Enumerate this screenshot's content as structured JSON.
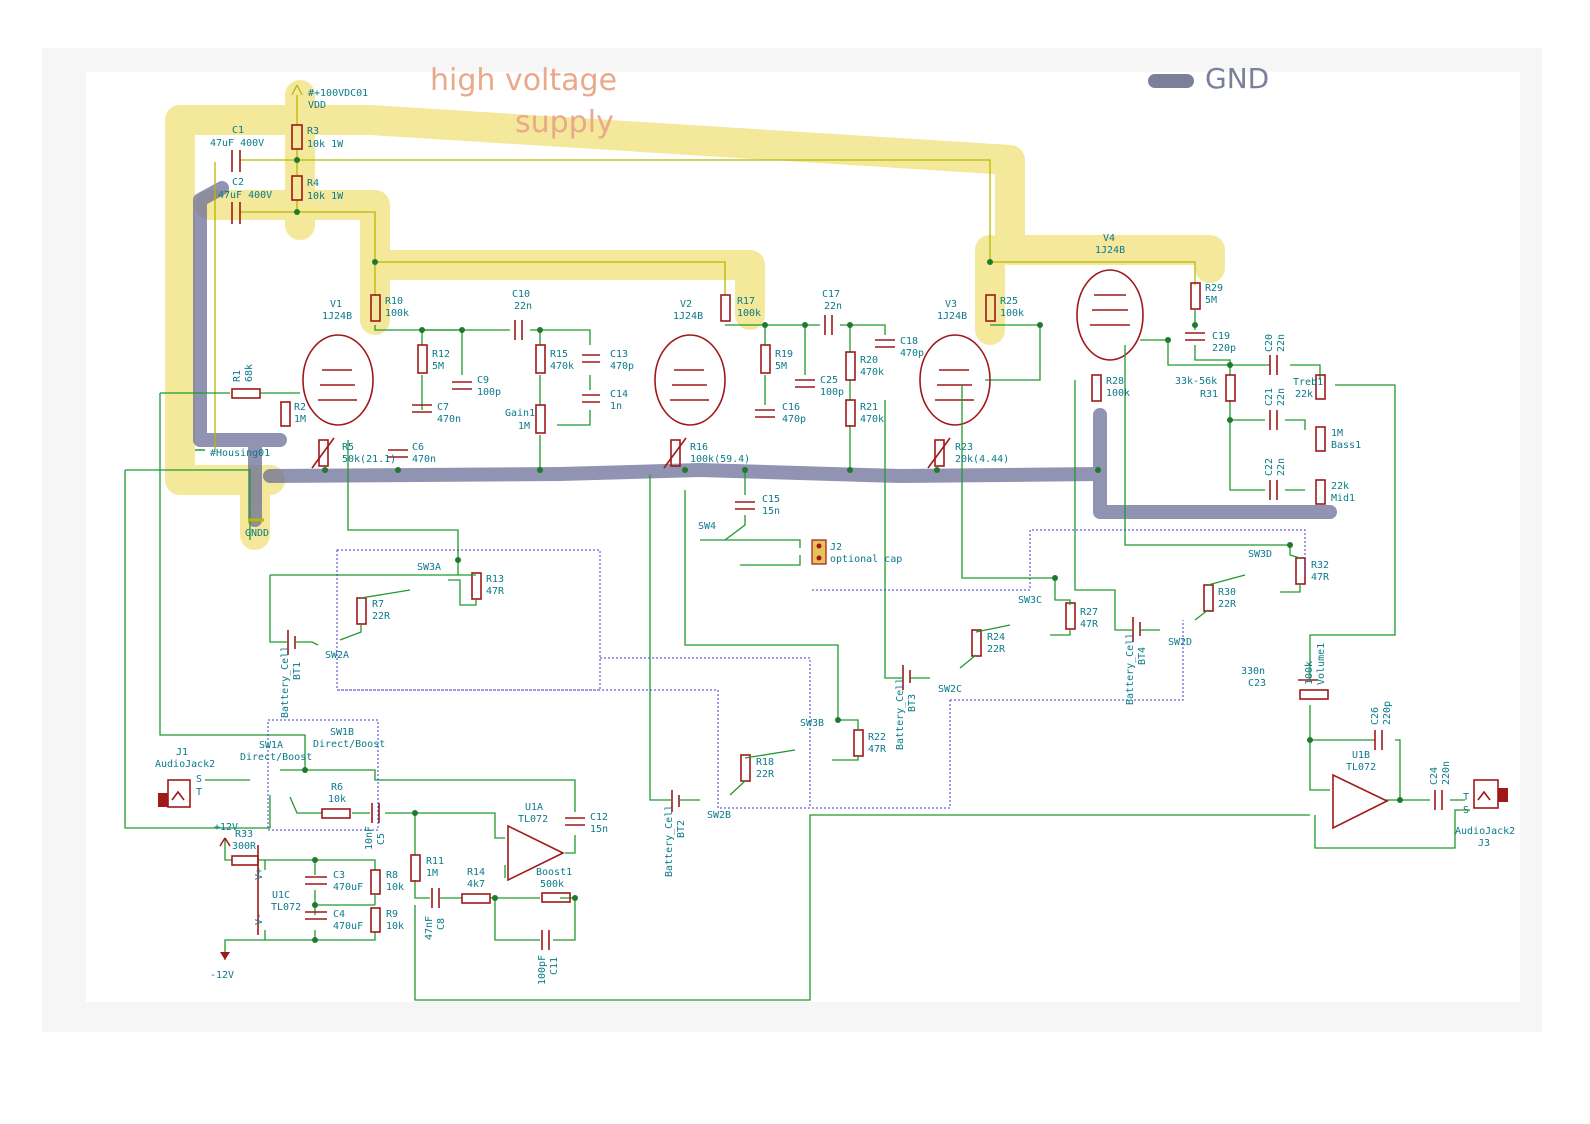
{
  "legend": {
    "high_voltage_line1": "high voltage",
    "high_voltage_line2": "supply",
    "gnd": "GND"
  },
  "colors": {
    "high_voltage": "#f3e48a",
    "gnd": "#6b6f98",
    "wire": "#1f9a2e",
    "part": "#a01818",
    "label": "#0a7a8a",
    "legend_text_hv": "#e9a98a",
    "legend_text_gnd": "#7b7f9a"
  },
  "components": [
    {
      "id": "C1",
      "value": "47uF 400V"
    },
    {
      "id": "C2",
      "value": "47uF 400V"
    },
    {
      "id": "R3",
      "value": "10k 1W"
    },
    {
      "id": "R4",
      "value": "10k 1W"
    },
    {
      "id": "VDD",
      "value": "#+100VDC01"
    },
    {
      "id": "V1",
      "value": "1J24B"
    },
    {
      "id": "V2",
      "value": "1J24B"
    },
    {
      "id": "V3",
      "value": "1J24B"
    },
    {
      "id": "V4",
      "value": "1J24B"
    },
    {
      "id": "R10",
      "value": "100k"
    },
    {
      "id": "R17",
      "value": "100k"
    },
    {
      "id": "R25",
      "value": "100k"
    },
    {
      "id": "R29",
      "value": "5M"
    },
    {
      "id": "R12",
      "value": "5M"
    },
    {
      "id": "C10",
      "value": "22n"
    },
    {
      "id": "C17",
      "value": "22n"
    },
    {
      "id": "C18",
      "value": "470p"
    },
    {
      "id": "R15",
      "value": "470k"
    },
    {
      "id": "C13",
      "value": "470p"
    },
    {
      "id": "C9",
      "value": "100p"
    },
    {
      "id": "C14",
      "value": "1n"
    },
    {
      "id": "Gain1",
      "value": "1M"
    },
    {
      "id": "R19",
      "value": "5M"
    },
    {
      "id": "C25",
      "value": "100p"
    },
    {
      "id": "R20",
      "value": "470k"
    },
    {
      "id": "R21",
      "value": "470k"
    },
    {
      "id": "C7",
      "value": "470n"
    },
    {
      "id": "C16",
      "value": "470p"
    },
    {
      "id": "C6",
      "value": "470n"
    },
    {
      "id": "R1",
      "value": "68k"
    },
    {
      "id": "R2",
      "value": "1M"
    },
    {
      "id": "R5",
      "value": "50k(21.1)"
    },
    {
      "id": "R16",
      "value": "100k(59.4)"
    },
    {
      "id": "R23",
      "value": "20k(4.44)"
    },
    {
      "id": "C19",
      "value": "220p"
    },
    {
      "id": "R28",
      "value": "100k"
    },
    {
      "id": "R31",
      "value": "33k-56k"
    },
    {
      "id": "C20",
      "value": "22n"
    },
    {
      "id": "C21",
      "value": "22n"
    },
    {
      "id": "C22",
      "value": "22n"
    },
    {
      "id": "Treb1",
      "value": "22k"
    },
    {
      "id": "Bass1",
      "value": "1M"
    },
    {
      "id": "Mid1",
      "value": "22k"
    },
    {
      "id": "C15",
      "value": "15n"
    },
    {
      "id": "J2",
      "value": "optional cap"
    },
    {
      "id": "R13",
      "value": "47R"
    },
    {
      "id": "R7",
      "value": "22R"
    },
    {
      "id": "R27",
      "value": "47R"
    },
    {
      "id": "R24",
      "value": "22R"
    },
    {
      "id": "R32",
      "value": "47R"
    },
    {
      "id": "R30",
      "value": "22R"
    },
    {
      "id": "R22",
      "value": "47R"
    },
    {
      "id": "R18",
      "value": "22R"
    },
    {
      "id": "C23",
      "value": "330n"
    },
    {
      "id": "Volume1",
      "value": "100k"
    },
    {
      "id": "C26",
      "value": "220p"
    },
    {
      "id": "U1B",
      "value": "TL072"
    },
    {
      "id": "C24",
      "value": "220n"
    },
    {
      "id": "J3",
      "value": "AudioJack2"
    },
    {
      "id": "J1",
      "value": "AudioJack2"
    },
    {
      "id": "R6",
      "value": "10k"
    },
    {
      "id": "C5",
      "value": "10nF"
    },
    {
      "id": "U1A",
      "value": "TL072"
    },
    {
      "id": "C12",
      "value": "15n"
    },
    {
      "id": "R33",
      "value": "300R"
    },
    {
      "id": "C3",
      "value": "470uF"
    },
    {
      "id": "C4",
      "value": "470uF"
    },
    {
      "id": "R8",
      "value": "10k"
    },
    {
      "id": "R9",
      "value": "10k"
    },
    {
      "id": "U1C",
      "value": "TL072"
    },
    {
      "id": "R11",
      "value": "1M"
    },
    {
      "id": "R14",
      "value": "4k7"
    },
    {
      "id": "Boost1",
      "value": "500k"
    },
    {
      "id": "C8",
      "value": "47nF"
    },
    {
      "id": "C11",
      "value": "100pF"
    }
  ],
  "labels": {
    "c1": "C1",
    "c1v": "47uF 400V",
    "c2": "C2",
    "c2v": "47uF 400V",
    "r3": "R3",
    "r3v": "10k 1W",
    "r4": "R4",
    "r4v": "10k 1W",
    "vdd_net": "#+100VDC01",
    "vdd": "VDD",
    "v1": "V1",
    "v1t": "1J24B",
    "v2": "V2",
    "v2t": "1J24B",
    "v3": "V3",
    "v3t": "1J24B",
    "v4": "V4",
    "v4t": "1J24B",
    "r10": "R10",
    "r10v": "100k",
    "r17": "R17",
    "r17v": "100k",
    "r25": "R25",
    "r25v": "100k",
    "r29": "R29",
    "r29v": "5M",
    "c10": "C10",
    "c10v": "22n",
    "c17": "C17",
    "c17v": "22n",
    "c18": "C18",
    "c18v": "470p",
    "r12": "R12",
    "r12v": "5M",
    "c9": "C9",
    "c9v": "100p",
    "c7": "C7",
    "c7v": "470n",
    "c6": "C6",
    "c6v": "470n",
    "r15": "R15",
    "r15v": "470k",
    "c13": "C13",
    "c13v": "470p",
    "c14": "C14",
    "c14v": "1n",
    "gain1": "Gain1",
    "gain1v": "1M",
    "r19": "R19",
    "r19v": "5M",
    "c25": "C25",
    "c25v": "100p",
    "c16": "C16",
    "c16v": "470p",
    "r20": "R20",
    "r20v": "470k",
    "r21": "R21",
    "r21v": "470k",
    "r1": "R1",
    "r1v": "68k",
    "r2": "R2",
    "r2v": "1M",
    "r5": "R5",
    "r5v": "50k(21.1)",
    "r16": "R16",
    "r16v": "100k(59.4)",
    "r23": "R23",
    "r23v": "20k(4.44)",
    "c19": "C19",
    "c19v": "220p",
    "r28": "R28",
    "r28v": "100k",
    "r31": "R31",
    "r31v": "33k-56k",
    "c20": "C20",
    "c20v": "22n",
    "c21": "C21",
    "c21v": "22n",
    "c22": "C22",
    "c22v": "22n",
    "treb1": "Treb1",
    "treb1v": "22k",
    "bass1": "Bass1",
    "bass1v": "1M",
    "mid1": "Mid1",
    "mid1v": "22k",
    "housing": "#Housing01",
    "gndd": "GNDD",
    "c15": "C15",
    "c15v": "15n",
    "sw4": "SW4",
    "j2": "J2",
    "j2v": "optional cap",
    "sw3a": "SW3A",
    "r13": "R13",
    "r13v": "47R",
    "r7": "R7",
    "r7v": "22R",
    "sw2a": "SW2A",
    "bt1": "BT1",
    "cell1": "Battery_Cell",
    "sw3c": "SW3C",
    "r27": "R27",
    "r27v": "47R",
    "r24": "R24",
    "r24v": "22R",
    "sw2c": "SW2C",
    "bt3": "BT3",
    "cell3": "Battery_Cell",
    "sw3d": "SW3D",
    "r32": "R32",
    "r32v": "47R",
    "r30": "R30",
    "r30v": "22R",
    "sw2d": "SW2D",
    "bt4": "BT4",
    "cell4": "Battery_Cell",
    "sw3b": "SW3B",
    "r22": "R22",
    "r22v": "47R",
    "r18": "R18",
    "r18v": "22R",
    "sw2b": "SW2B",
    "bt2": "BT2",
    "cell2": "Battery_Cell",
    "c23": "C23",
    "c23v": "330n",
    "volume1": "Volume1",
    "volume1v": "100k",
    "c26": "C26",
    "c26v": "220p",
    "u1b": "U1B",
    "u1bt": "TL072",
    "c24": "C24",
    "c24v": "220n",
    "j3": "J3",
    "j3t": "AudioJack2",
    "j1": "J1",
    "j1t": "AudioJack2",
    "sw1a": "SW1A",
    "sw1at": "Direct/Boost",
    "sw1b": "SW1B",
    "sw1bt": "Direct/Boost",
    "r6": "R6",
    "r6v": "10k",
    "c5": "C5",
    "c5v": "10nF",
    "u1a": "U1A",
    "u1at": "TL072",
    "c12": "C12",
    "c12v": "15n",
    "p12v": "+12V",
    "r33": "R33",
    "r33v": "300R",
    "c3": "C3",
    "c3v": "470uF",
    "c4": "C4",
    "c4v": "470uF",
    "r8": "R8",
    "r8v": "10k",
    "r9": "R9",
    "r9v": "10k",
    "u1c": "U1C",
    "u1ct": "TL072",
    "vplus": "V+",
    "vminus": "V-",
    "r11": "R11",
    "r11v": "1M",
    "r14": "R14",
    "r14v": "4k7",
    "boost1": "Boost1",
    "boost1v": "500k",
    "c8": "C8",
    "c8v": "47nF",
    "c11": "C11",
    "c11v": "100pF",
    "m12v": "-12V",
    "pin_s": "S",
    "pin_t": "T"
  }
}
